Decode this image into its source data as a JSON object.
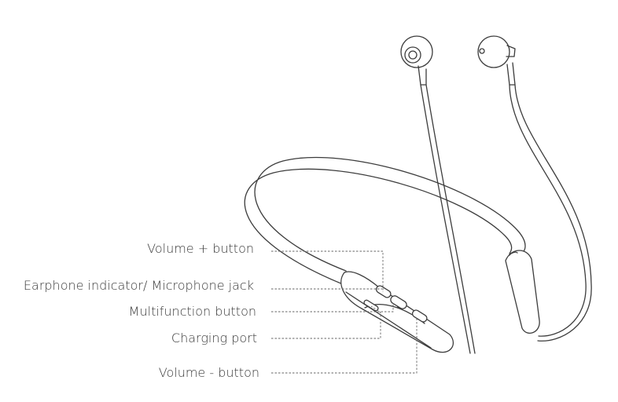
{
  "callouts": [
    {
      "label": "Volume + button"
    },
    {
      "label": "Earphone indicator/ Microphone jack"
    },
    {
      "label": "Multifunction button"
    },
    {
      "label": "Charging port"
    },
    {
      "label": "Volume - button"
    }
  ],
  "colors": {
    "line": "#3c3c3c",
    "leader": "#666666",
    "text": "#3a3a3a",
    "background": "#ffffff"
  }
}
